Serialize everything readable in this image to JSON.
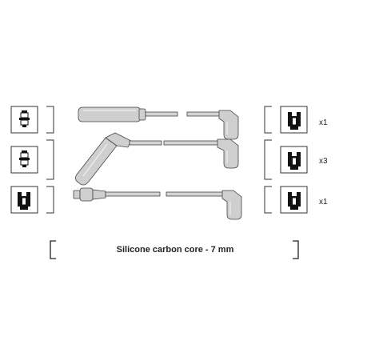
{
  "rows": [
    {
      "left_connector": "spark-plug-terminal-icon",
      "right_connector": "boot-terminal-icon",
      "quantity": "x1"
    },
    {
      "left_connector": "spark-plug-terminal-icon",
      "right_connector": "boot-terminal-icon",
      "quantity": "x3"
    },
    {
      "left_connector": "boot-terminal-icon",
      "right_connector": "boot-terminal-icon",
      "quantity": "x1"
    }
  ],
  "spec": {
    "label": "Silicone carbon core - 7 mm"
  },
  "colors": {
    "wire_fill": "#d4d4d4",
    "outline": "#444444",
    "icon": "#111111"
  }
}
